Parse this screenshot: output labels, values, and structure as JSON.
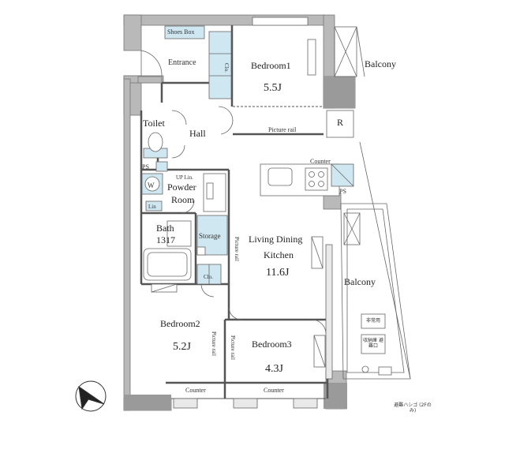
{
  "rooms": {
    "bedroom1": {
      "name": "Bedroom1",
      "area": "5.5J"
    },
    "toilet": {
      "name": "Toilet"
    },
    "hall": {
      "name": "Hall"
    },
    "powder_room": {
      "name_line1": "Powder",
      "name_line2": "Room"
    },
    "bath": {
      "name": "Bath",
      "size": "1317"
    },
    "ldk": {
      "name_line1": "Living Dining",
      "name_line2": "Kitchen",
      "area": "11.6J"
    },
    "bedroom2": {
      "name": "Bedroom2",
      "area": "5.2J"
    },
    "bedroom3": {
      "name": "Bedroom3",
      "area": "4.3J"
    }
  },
  "labels": {
    "shoes_box": "Shoes Box",
    "entrance": "Entrance",
    "closet": "Clo.",
    "picture_rail": "Picture rail",
    "balcony": "Balcony",
    "refrigerator": "R",
    "counter": "Counter",
    "ps": "PS",
    "uplin": "UP Lin.",
    "washer": "W",
    "lin": "Lin",
    "storage": "Storage",
    "jp_note1": "非常用",
    "jp_note2": "収納庫 避難口",
    "jp_note3": "避難ハシゴ (2Fのみ)"
  }
}
